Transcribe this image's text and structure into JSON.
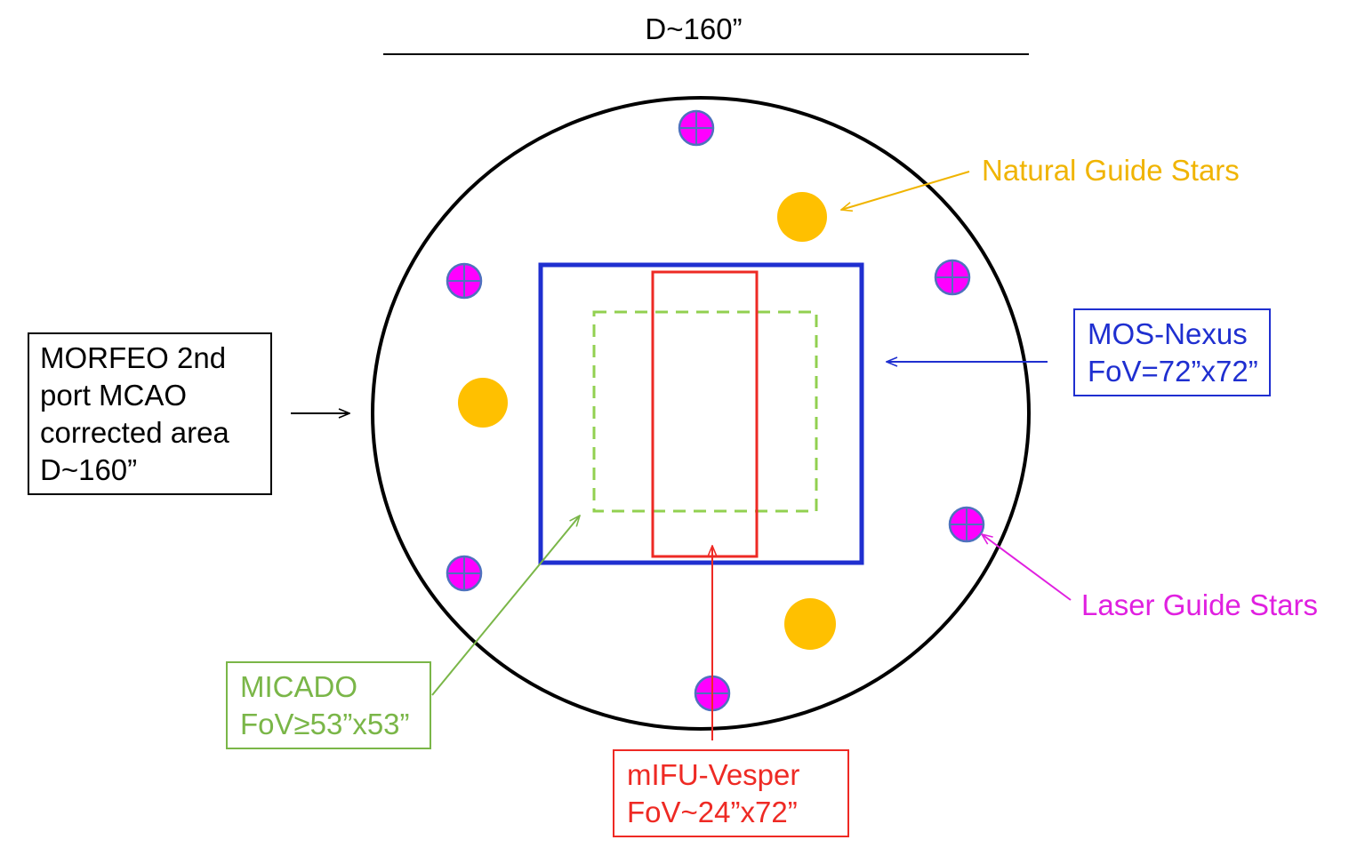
{
  "title": "D~160”",
  "labels": {
    "morfeo": [
      "MORFEO 2nd",
      "port MCAO",
      "corrected area",
      "D~160”"
    ],
    "mos": [
      "MOS-Nexus",
      "FoV=72”x72”"
    ],
    "micado": [
      "MICADO",
      "FoV≥53”x53”"
    ],
    "mifu": [
      "mIFU-Vesper",
      "FoV~24”x72”"
    ],
    "ngs": "Natural Guide Stars",
    "lgs": "Laser Guide Stars"
  },
  "colors": {
    "mos": "#1f2fd0",
    "micado": "#7ab648",
    "micado_dash": "#92d050",
    "mifu": "#ee2a24",
    "ngs": "#ffc000",
    "ngs_text": "#f0b400",
    "lgs": "#ff00ff",
    "lgs_text": "#e020e0",
    "lgs_edge": "#4f71be"
  }
}
